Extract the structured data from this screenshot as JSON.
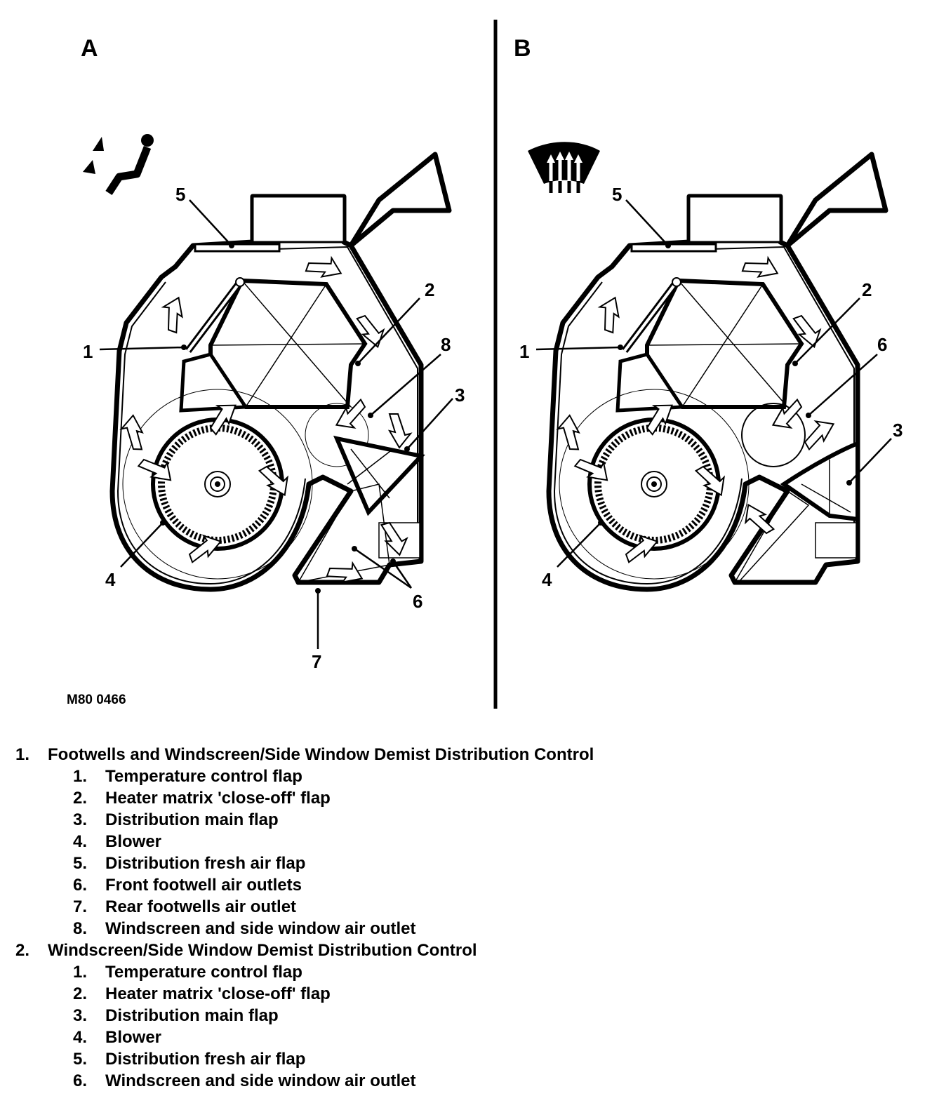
{
  "figure": {
    "panel_a_letter": "A",
    "panel_b_letter": "B",
    "reference_code": "M80 0466",
    "panel_a_callouts": [
      "1",
      "2",
      "3",
      "4",
      "5",
      "6",
      "7",
      "8"
    ],
    "panel_b_callouts": [
      "1",
      "2",
      "3",
      "4",
      "5",
      "6"
    ],
    "panel_a_icon": "footwell-seat-icon",
    "panel_b_icon": "windscreen-demist-icon"
  },
  "legend": [
    {
      "number": "1.",
      "title": "Footwells and Windscreen/Side Window Demist Distribution Control",
      "items": [
        {
          "number": "1.",
          "text": "Temperature control flap"
        },
        {
          "number": "2.",
          "text": "Heater matrix 'close-off' flap"
        },
        {
          "number": "3.",
          "text": "Distribution main flap"
        },
        {
          "number": "4.",
          "text": "Blower"
        },
        {
          "number": "5.",
          "text": "Distribution fresh air flap"
        },
        {
          "number": "6.",
          "text": "Front footwell air outlets"
        },
        {
          "number": "7.",
          "text": "Rear footwells air outlet"
        },
        {
          "number": "8.",
          "text": "Windscreen and side window air outlet"
        }
      ]
    },
    {
      "number": "2.",
      "title": "Windscreen/Side Window Demist Distribution Control",
      "items": [
        {
          "number": "1.",
          "text": "Temperature control flap"
        },
        {
          "number": "2.",
          "text": "Heater matrix 'close-off' flap"
        },
        {
          "number": "3.",
          "text": "Distribution main flap"
        },
        {
          "number": "4.",
          "text": "Blower"
        },
        {
          "number": "5.",
          "text": "Distribution fresh air flap"
        },
        {
          "number": "6.",
          "text": "Windscreen and side window air outlet"
        }
      ]
    }
  ]
}
